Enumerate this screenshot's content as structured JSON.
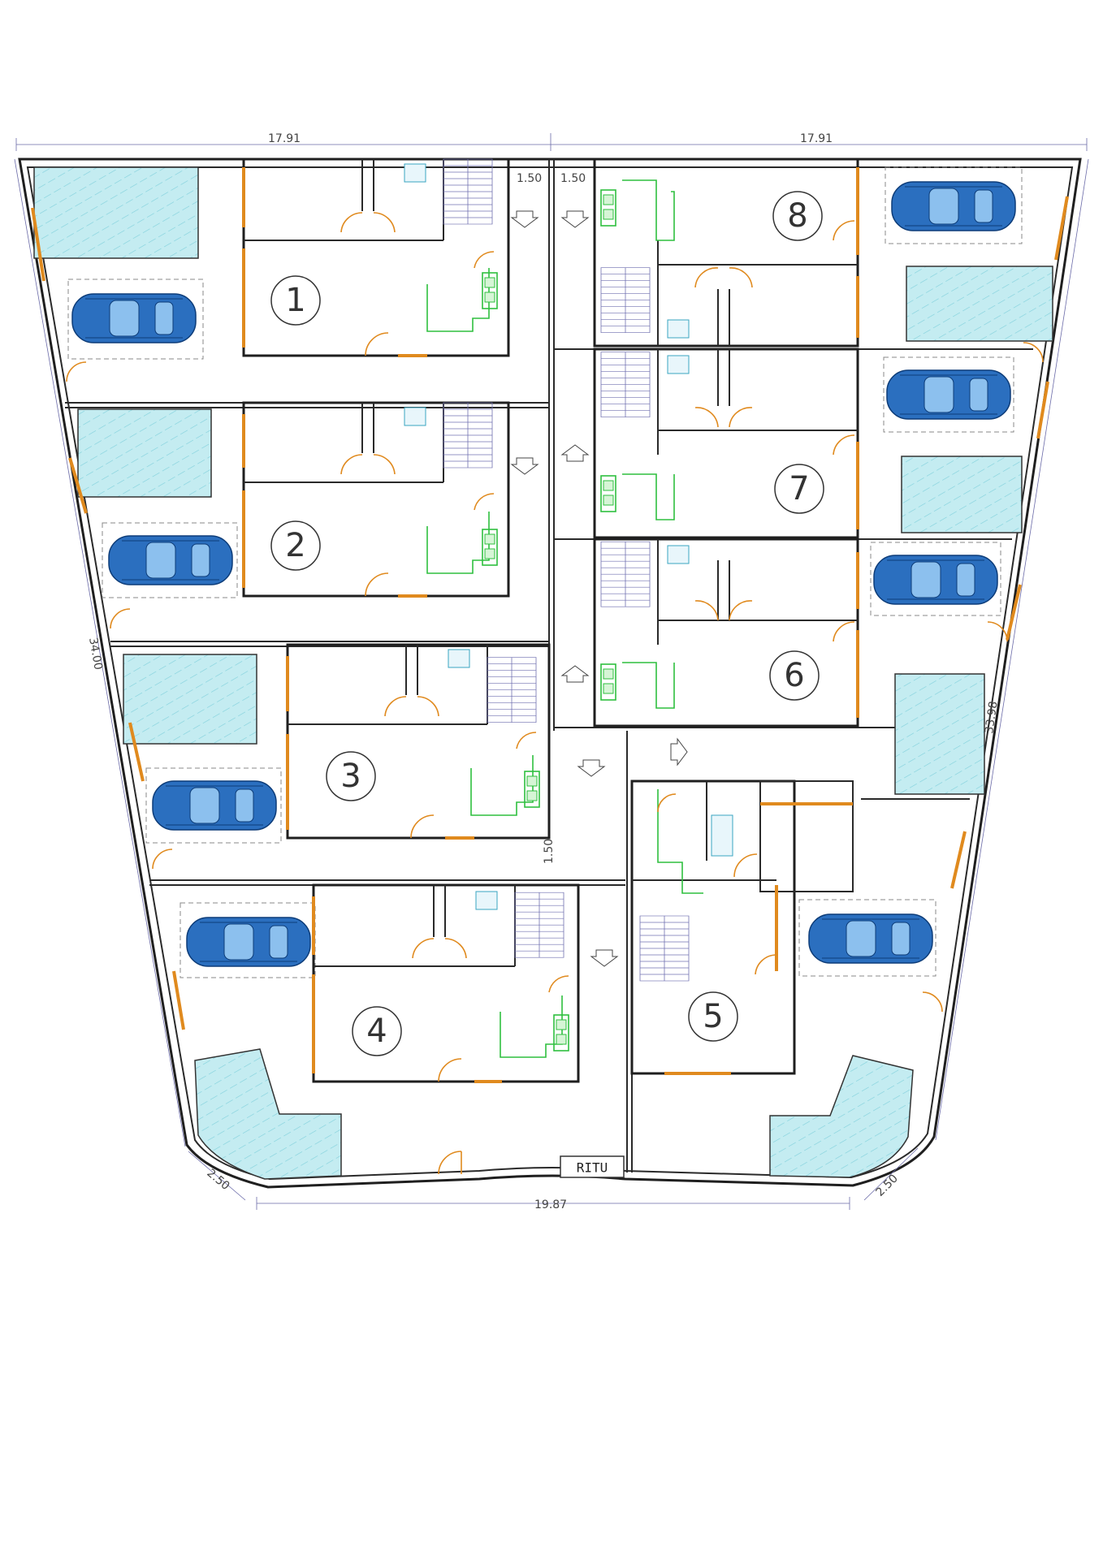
{
  "plan": {
    "dimensions": {
      "top_left": "17.91",
      "top_right": "17.91",
      "gap_left": "1.50",
      "gap_right": "1.50",
      "left_side": "34.00",
      "right_side": "33.98",
      "bottom": "19.87",
      "corner_left": "2.50",
      "corner_right": "2.50",
      "passage": "1.50"
    },
    "units": [
      "1",
      "2",
      "3",
      "4",
      "5",
      "6",
      "7",
      "8"
    ],
    "utility_label": "RITU",
    "colors": {
      "pool": "#bfe9ee",
      "window": "#e08a1e",
      "kitchen": "#2fbf3f",
      "car": "#2b6fbf"
    }
  }
}
